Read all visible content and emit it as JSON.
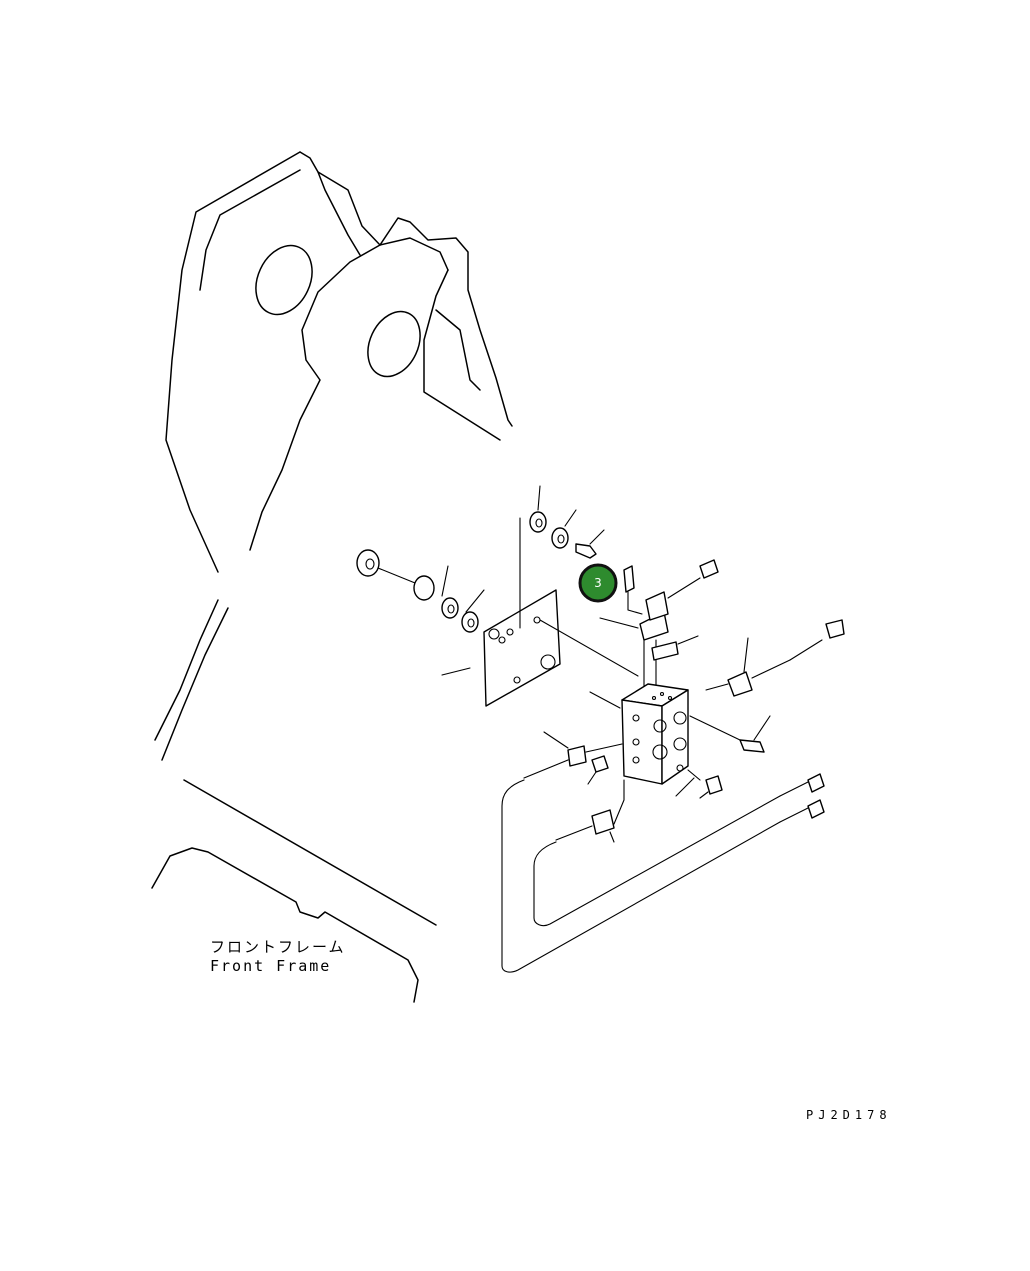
{
  "labels": {
    "frame_japanese": "フロントフレーム",
    "frame_english": "Front Frame",
    "drawing_code": "PJ2D178"
  },
  "callout": {
    "number": "3",
    "fill_color": "#2e8b2e",
    "ring_color": "#111111"
  },
  "colors": {
    "line": "#000000",
    "background": "#ffffff"
  }
}
